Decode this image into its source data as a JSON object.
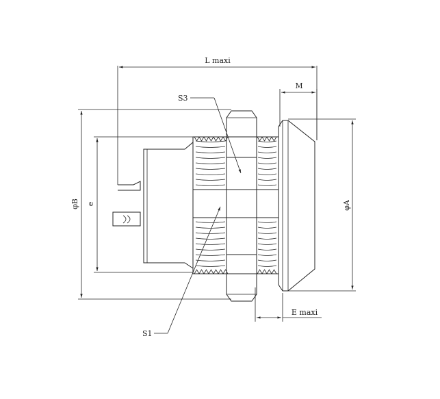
{
  "labels": {
    "l_maxi": "L maxi",
    "m": "M",
    "s3": "S3",
    "s1": "S1",
    "phi_b": "φB",
    "e": "e",
    "phi_a": "φA",
    "e_maxi": "E maxi"
  },
  "colors": {
    "line": "#222222",
    "background": "#ffffff"
  }
}
